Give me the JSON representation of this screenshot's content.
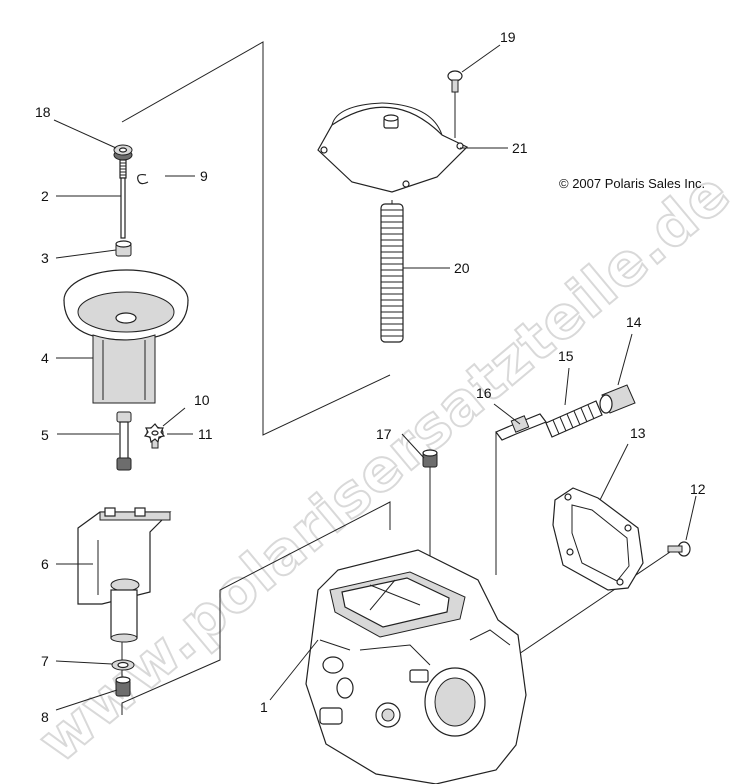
{
  "diagram": {
    "copyright": "© 2007 Polaris Sales Inc.",
    "watermark": "www.polarisersatzteile.de",
    "callouts": {
      "c1": "1",
      "c2": "2",
      "c3": "3",
      "c4": "4",
      "c5": "5",
      "c6": "6",
      "c7": "7",
      "c8": "8",
      "c9": "9",
      "c10": "10",
      "c11": "11",
      "c12": "12",
      "c13": "13",
      "c14": "14",
      "c15": "15",
      "c16": "16",
      "c17": "17",
      "c18": "18",
      "c19": "19",
      "c20": "20",
      "c21": "21"
    }
  }
}
